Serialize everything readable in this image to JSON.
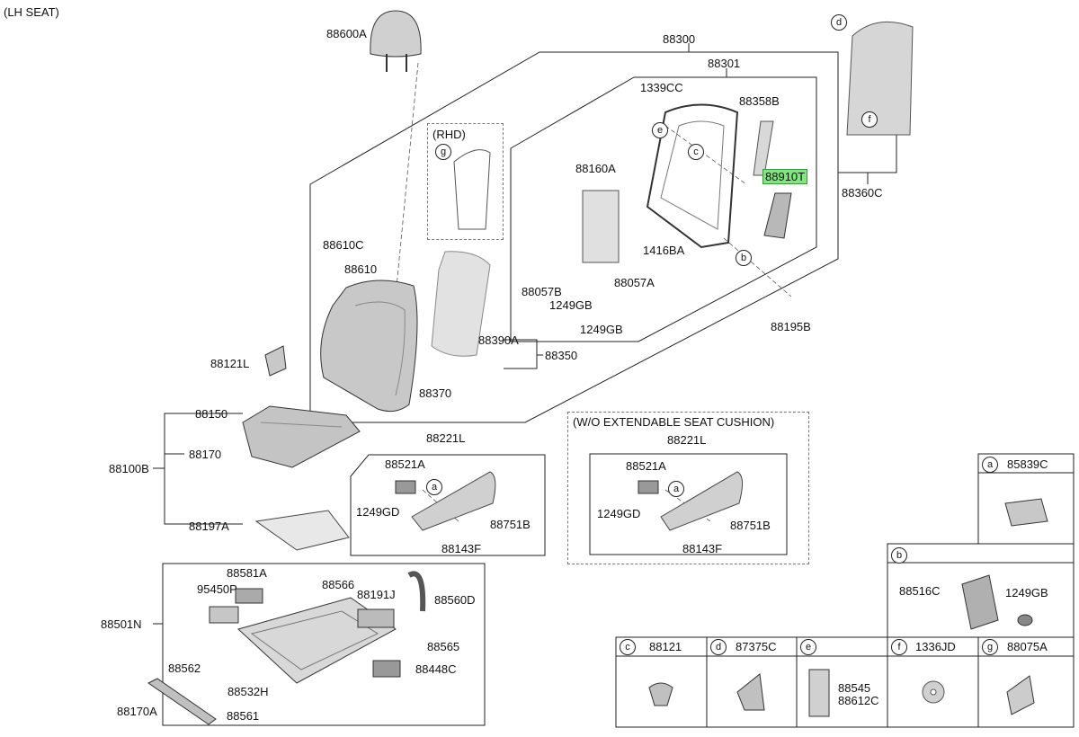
{
  "title": "(LH SEAT)",
  "labels": {
    "headrest": "88600A",
    "seat_back_assy": "88300",
    "seat_back_frame_assy": "88301",
    "nut": "1339CC",
    "bracket": "88358B",
    "airbag": "88910T",
    "lumbar": "88160A",
    "screw_1416": "1416BA",
    "clip_88057B": "88057B",
    "bolt_1249GB_a": "1249GB",
    "clip_88057A": "88057A",
    "bolt_1249GB_b": "1249GB",
    "bolt_88195B": "88195B",
    "guide_88610C": "88610C",
    "guide_88610": "88610",
    "back_pad": "88390A",
    "back_cover_assy": "88350",
    "back_cover": "88370",
    "cover_88121L": "88121L",
    "cushion_pad": "88150",
    "cushion_cover": "88170",
    "cushion_assy": "88100B",
    "mat": "88197A",
    "shield_assy": "88221L",
    "switch_a": "88521A",
    "screw_a": "1249GD",
    "knob_a": "88751B",
    "knob2_a": "88143F",
    "woext_title": "(W/O EXTENDABLE SEAT CUSHION)",
    "woext_shield": "88221L",
    "woext_switch": "88521A",
    "woext_screw": "1249GD",
    "woext_knob": "88751B",
    "woext_knob2": "88143F",
    "rhd": "(RHD)",
    "back_board": "88360C",
    "track_assy": "88501N",
    "motor_88581A": "88581A",
    "module_95450P": "95450P",
    "part_88566": "88566",
    "part_88191J": "88191J",
    "duct_88560D": "88560D",
    "part_88565": "88565",
    "part_88562": "88562",
    "motor_88448C": "88448C",
    "part_88532H": "88532H",
    "part_88561": "88561",
    "trim_88170A": "88170A"
  },
  "callouts": [
    "a",
    "b",
    "c",
    "d",
    "e",
    "f",
    "g"
  ],
  "callout_a_inset": {
    "letter": "a",
    "part": "85839C"
  },
  "callout_b_inset": {
    "letter": "b",
    "part1": "88516C",
    "part2": "1249GB"
  },
  "bottom_cells": [
    {
      "letter": "c",
      "part": "88121"
    },
    {
      "letter": "d",
      "part": "87375C"
    },
    {
      "letter": "e",
      "part": "",
      "parts": [
        "88545",
        "88612C"
      ]
    },
    {
      "letter": "f",
      "part": "1336JD"
    },
    {
      "letter": "g",
      "part": "88075A"
    }
  ],
  "colors": {
    "highlight": "#7ee87e",
    "line": "#222222",
    "part_fill": "#d8d8d8",
    "part_dark": "#9a9a9a"
  }
}
